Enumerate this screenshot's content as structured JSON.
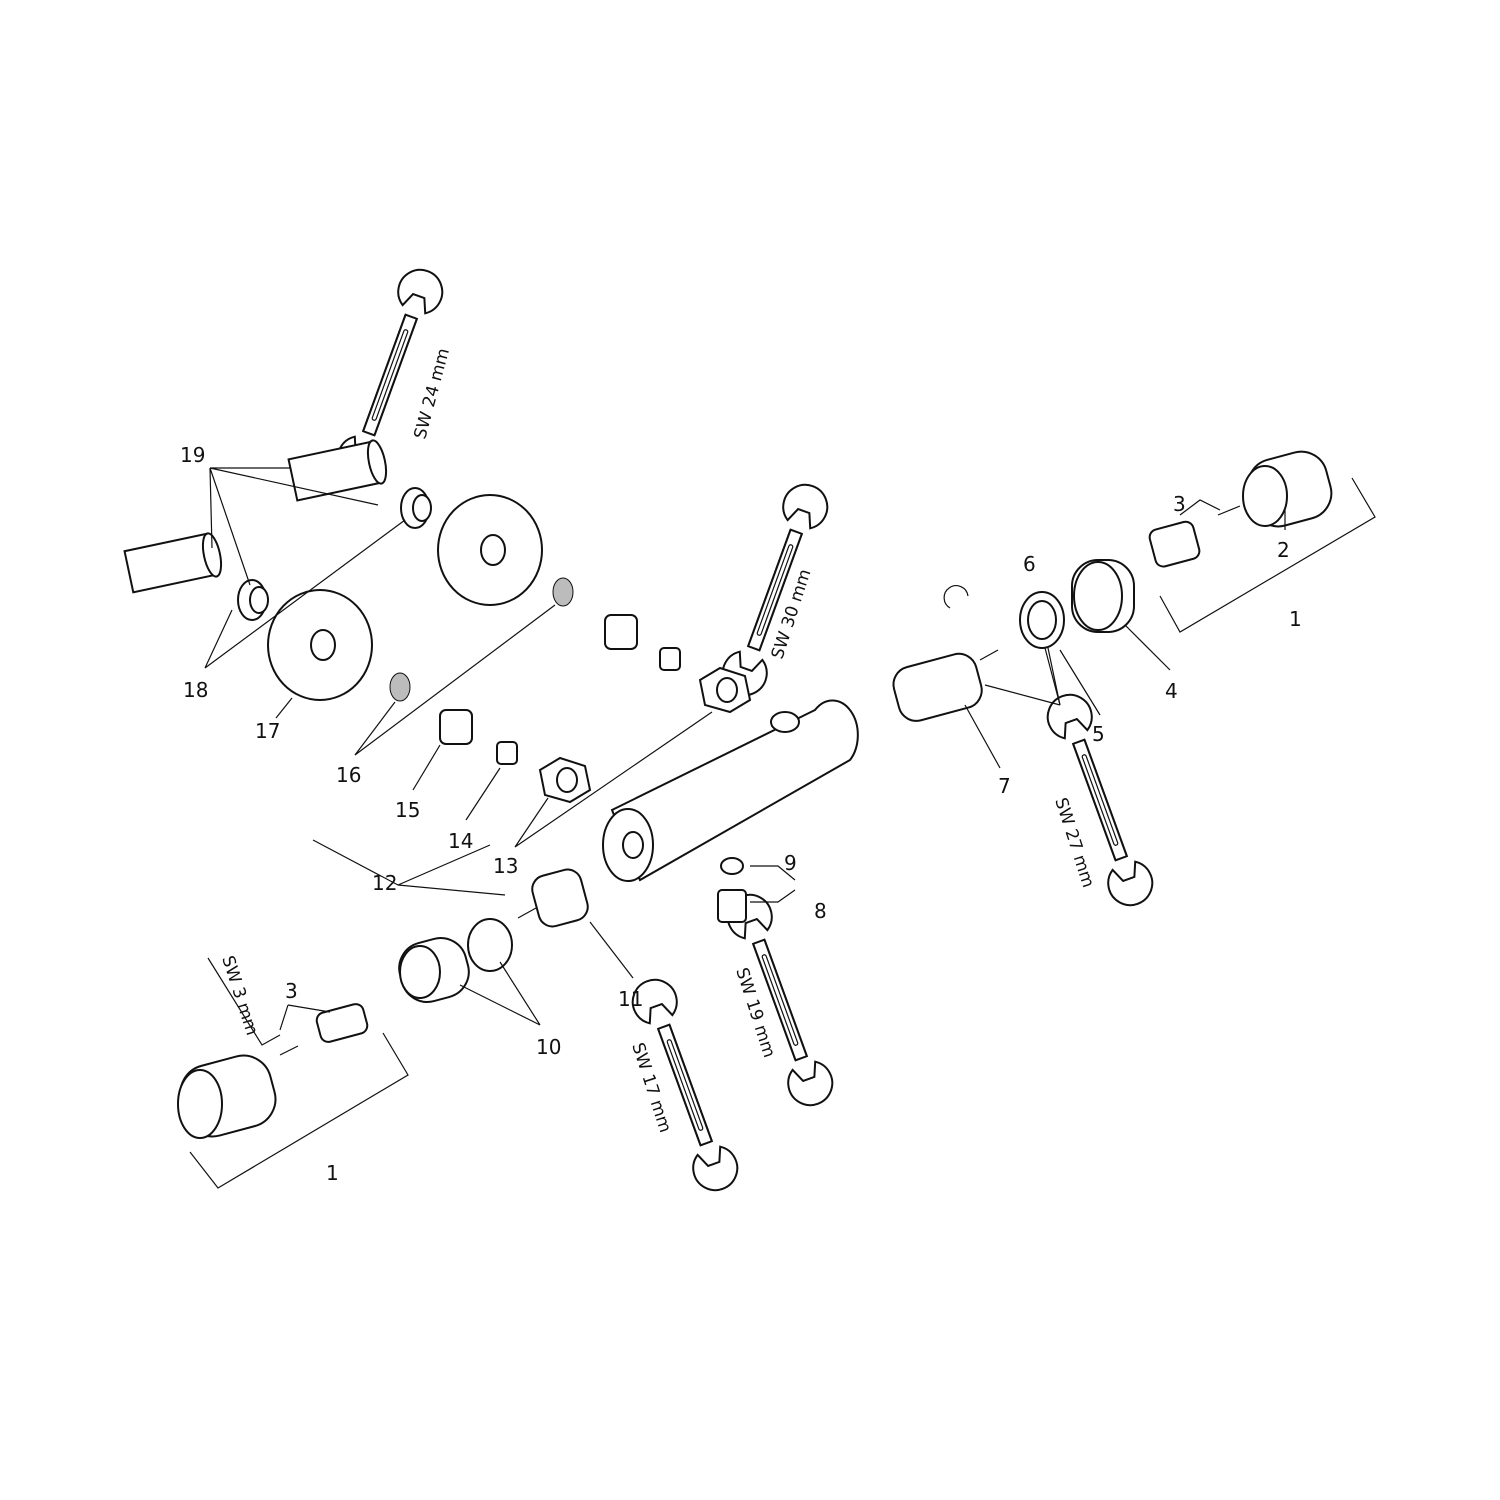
{
  "diagram": {
    "part_labels": {
      "p1a": "1",
      "p1b": "1",
      "p2": "2",
      "p3a": "3",
      "p3b": "3",
      "p4": "4",
      "p5": "5",
      "p6": "6",
      "p7": "7",
      "p8": "8",
      "p9": "9",
      "p10": "10",
      "p11": "11",
      "p12": "12",
      "p13": "13",
      "p14": "14",
      "p15": "15",
      "p16": "16",
      "p17": "17",
      "p18": "18",
      "p19": "19"
    },
    "tools": {
      "sw24": "SW 24 mm",
      "sw30": "SW 30 mm",
      "sw27": "SW 27 mm",
      "sw19": "SW 19 mm",
      "sw17": "SW 17 mm",
      "sw3": "SW 3 mm"
    }
  }
}
